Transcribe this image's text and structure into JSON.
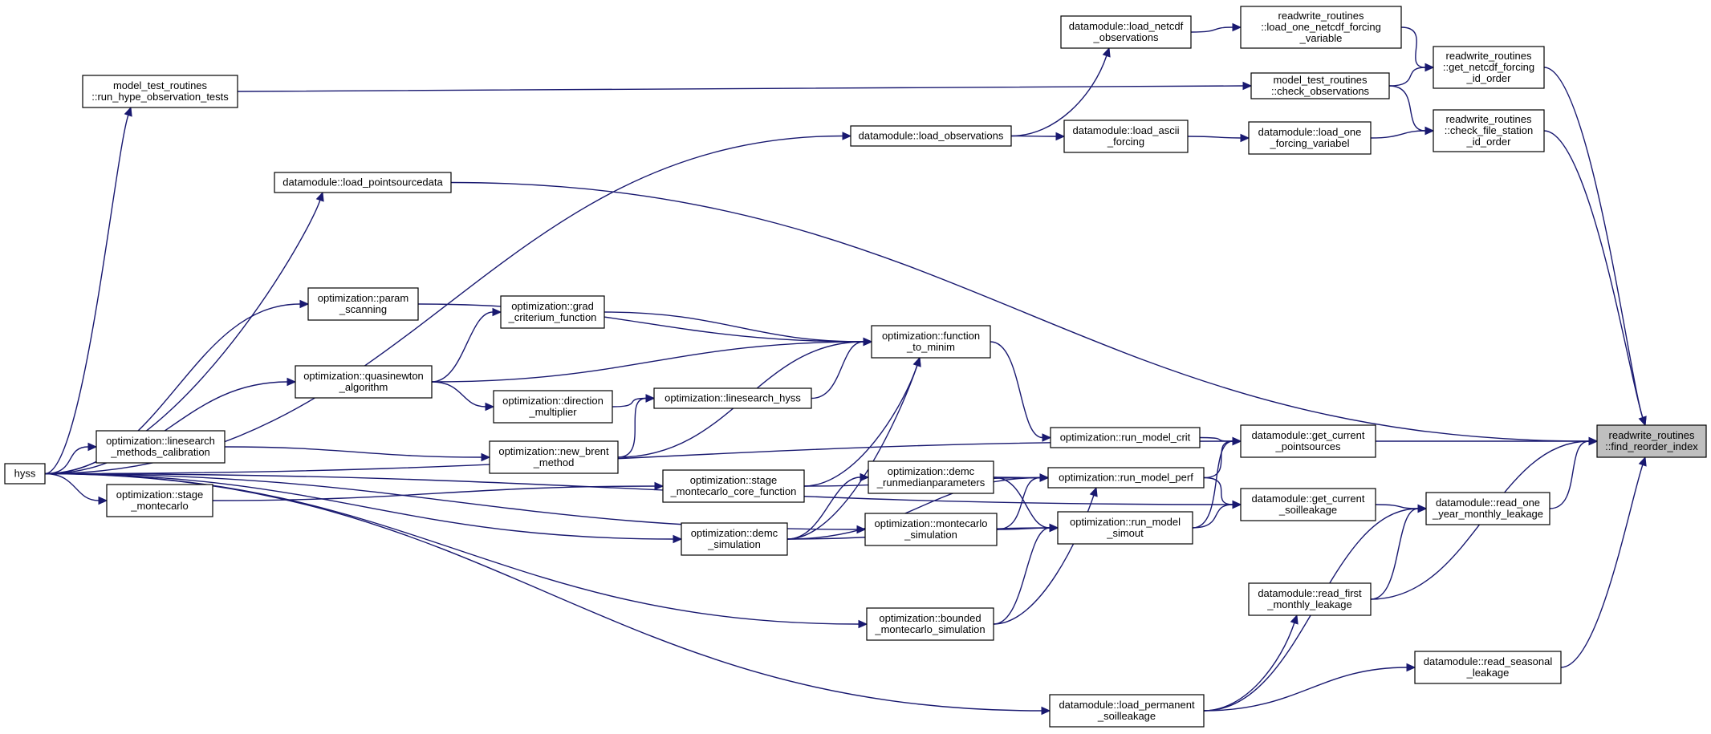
{
  "graph": {
    "target_node": "find_reorder_index",
    "nodes": [
      {
        "id": "hyss",
        "lines": [
          "hyss"
        ]
      },
      {
        "id": "run_hype_observation_tests",
        "lines": [
          "model_test_routines",
          "::run_hype_observation_tests"
        ]
      },
      {
        "id": "load_pointsourcedata",
        "lines": [
          "datamodule::load_pointsourcedata"
        ]
      },
      {
        "id": "param_scanning",
        "lines": [
          "optimization::param",
          "_scanning"
        ]
      },
      {
        "id": "quasinewton_algorithm",
        "lines": [
          "optimization::quasinewton",
          "_algorithm"
        ]
      },
      {
        "id": "linesearch_methods_calibration",
        "lines": [
          "optimization::linesearch",
          "_methods_calibration"
        ]
      },
      {
        "id": "stage_montecarlo",
        "lines": [
          "optimization::stage",
          "_montecarlo"
        ]
      },
      {
        "id": "grad_criterium_function",
        "lines": [
          "optimization::grad",
          "_criterium_function"
        ]
      },
      {
        "id": "direction_multiplier",
        "lines": [
          "optimization::direction",
          "_multiplier"
        ]
      },
      {
        "id": "new_brent_method",
        "lines": [
          "optimization::new_brent",
          "_method"
        ]
      },
      {
        "id": "linesearch_hyss",
        "lines": [
          "optimization::linesearch_hyss"
        ]
      },
      {
        "id": "stage_montecarlo_core_function",
        "lines": [
          "optimization::stage",
          "_montecarlo_core_function"
        ]
      },
      {
        "id": "demc_simulation",
        "lines": [
          "optimization::demc",
          "_simulation"
        ]
      },
      {
        "id": "function_to_minim",
        "lines": [
          "optimization::function",
          "_to_minim"
        ]
      },
      {
        "id": "demc_runmedianparameters",
        "lines": [
          "optimization::demc",
          "_runmedianparameters"
        ]
      },
      {
        "id": "montecarlo_simulation",
        "lines": [
          "optimization::montecarlo",
          "_simulation"
        ]
      },
      {
        "id": "bounded_montecarlo_simulation",
        "lines": [
          "optimization::bounded",
          "_montecarlo_simulation"
        ]
      },
      {
        "id": "load_observations",
        "lines": [
          "datamodule::load_observations"
        ]
      },
      {
        "id": "run_model_crit",
        "lines": [
          "optimization::run_model_crit"
        ]
      },
      {
        "id": "run_model_perf",
        "lines": [
          "optimization::run_model_perf"
        ]
      },
      {
        "id": "run_model_simout",
        "lines": [
          "optimization::run_model",
          "_simout"
        ]
      },
      {
        "id": "load_permanent_soilleakage",
        "lines": [
          "datamodule::load_permanent",
          "_soilleakage"
        ]
      },
      {
        "id": "load_netcdf_observations",
        "lines": [
          "datamodule::load_netcdf",
          "_observations"
        ]
      },
      {
        "id": "load_ascii_forcing",
        "lines": [
          "datamodule::load_ascii",
          "_forcing"
        ]
      },
      {
        "id": "load_one_netcdf_forcing_variable",
        "lines": [
          "readwrite_routines",
          "::load_one_netcdf_forcing",
          "_variable"
        ]
      },
      {
        "id": "check_observations",
        "lines": [
          "model_test_routines",
          "::check_observations"
        ]
      },
      {
        "id": "load_one_forcing_variabel",
        "lines": [
          "datamodule::load_one",
          "_forcing_variabel"
        ]
      },
      {
        "id": "get_current_pointsources",
        "lines": [
          "datamodule::get_current",
          "_pointsources"
        ]
      },
      {
        "id": "get_current_soilleakage",
        "lines": [
          "datamodule::get_current",
          "_soilleakage"
        ]
      },
      {
        "id": "read_first_monthly_leakage",
        "lines": [
          "datamodule::read_first",
          "_monthly_leakage"
        ]
      },
      {
        "id": "get_netcdf_forcing_id_order",
        "lines": [
          "readwrite_routines",
          "::get_netcdf_forcing",
          "_id_order"
        ]
      },
      {
        "id": "check_file_station_id_order",
        "lines": [
          "readwrite_routines",
          "::check_file_station",
          "_id_order"
        ]
      },
      {
        "id": "read_one_year_monthly_leakage",
        "lines": [
          "datamodule::read_one",
          "_year_monthly_leakage"
        ]
      },
      {
        "id": "read_seasonal_leakage",
        "lines": [
          "datamodule::read_seasonal",
          "_leakage"
        ]
      },
      {
        "id": "find_reorder_index",
        "lines": [
          "readwrite_routines",
          "::find_reorder_index"
        ]
      }
    ],
    "edges": [
      [
        "hyss",
        "run_hype_observation_tests"
      ],
      [
        "hyss",
        "load_observations"
      ],
      [
        "hyss",
        "load_pointsourcedata"
      ],
      [
        "hyss",
        "get_current_pointsources"
      ],
      [
        "hyss",
        "param_scanning"
      ],
      [
        "hyss",
        "quasinewton_algorithm"
      ],
      [
        "hyss",
        "linesearch_methods_calibration"
      ],
      [
        "hyss",
        "stage_montecarlo"
      ],
      [
        "hyss",
        "demc_simulation"
      ],
      [
        "hyss",
        "montecarlo_simulation"
      ],
      [
        "hyss",
        "bounded_montecarlo_simulation"
      ],
      [
        "hyss",
        "get_current_soilleakage"
      ],
      [
        "hyss",
        "load_permanent_soilleakage"
      ],
      [
        "run_hype_observation_tests",
        "check_observations"
      ],
      [
        "load_pointsourcedata",
        "find_reorder_index"
      ],
      [
        "param_scanning",
        "function_to_minim"
      ],
      [
        "quasinewton_algorithm",
        "grad_criterium_function"
      ],
      [
        "quasinewton_algorithm",
        "function_to_minim"
      ],
      [
        "quasinewton_algorithm",
        "direction_multiplier"
      ],
      [
        "linesearch_methods_calibration",
        "new_brent_method"
      ],
      [
        "stage_montecarlo",
        "stage_montecarlo_core_function"
      ],
      [
        "grad_criterium_function",
        "function_to_minim"
      ],
      [
        "direction_multiplier",
        "linesearch_hyss"
      ],
      [
        "new_brent_method",
        "linesearch_hyss"
      ],
      [
        "new_brent_method",
        "function_to_minim"
      ],
      [
        "linesearch_hyss",
        "function_to_minim"
      ],
      [
        "stage_montecarlo_core_function",
        "function_to_minim"
      ],
      [
        "stage_montecarlo_core_function",
        "run_model_perf"
      ],
      [
        "demc_simulation",
        "function_to_minim"
      ],
      [
        "demc_simulation",
        "run_model_perf"
      ],
      [
        "demc_simulation",
        "demc_runmedianparameters"
      ],
      [
        "demc_simulation",
        "run_model_simout"
      ],
      [
        "function_to_minim",
        "run_model_crit"
      ],
      [
        "demc_runmedianparameters",
        "run_model_perf"
      ],
      [
        "demc_runmedianparameters",
        "run_model_simout"
      ],
      [
        "montecarlo_simulation",
        "run_model_perf"
      ],
      [
        "montecarlo_simulation",
        "run_model_simout"
      ],
      [
        "bounded_montecarlo_simulation",
        "run_model_perf"
      ],
      [
        "bounded_montecarlo_simulation",
        "run_model_simout"
      ],
      [
        "load_observations",
        "load_netcdf_observations"
      ],
      [
        "load_observations",
        "load_ascii_forcing"
      ],
      [
        "run_model_crit",
        "get_current_pointsources"
      ],
      [
        "run_model_perf",
        "get_current_pointsources"
      ],
      [
        "run_model_perf",
        "get_current_soilleakage"
      ],
      [
        "run_model_simout",
        "get_current_pointsources"
      ],
      [
        "run_model_simout",
        "get_current_soilleakage"
      ],
      [
        "load_permanent_soilleakage",
        "read_first_monthly_leakage"
      ],
      [
        "load_permanent_soilleakage",
        "read_one_year_monthly_leakage"
      ],
      [
        "load_permanent_soilleakage",
        "read_seasonal_leakage"
      ],
      [
        "load_netcdf_observations",
        "load_one_netcdf_forcing_variable"
      ],
      [
        "load_ascii_forcing",
        "load_one_forcing_variabel"
      ],
      [
        "load_one_netcdf_forcing_variable",
        "get_netcdf_forcing_id_order"
      ],
      [
        "check_observations",
        "get_netcdf_forcing_id_order"
      ],
      [
        "check_observations",
        "check_file_station_id_order"
      ],
      [
        "load_one_forcing_variabel",
        "check_file_station_id_order"
      ],
      [
        "get_current_pointsources",
        "find_reorder_index"
      ],
      [
        "get_current_soilleakage",
        "read_one_year_monthly_leakage"
      ],
      [
        "read_first_monthly_leakage",
        "read_one_year_monthly_leakage"
      ],
      [
        "read_first_monthly_leakage",
        "find_reorder_index"
      ],
      [
        "get_netcdf_forcing_id_order",
        "find_reorder_index"
      ],
      [
        "check_file_station_id_order",
        "find_reorder_index"
      ],
      [
        "read_one_year_monthly_leakage",
        "find_reorder_index"
      ],
      [
        "read_seasonal_leakage",
        "find_reorder_index"
      ]
    ]
  }
}
